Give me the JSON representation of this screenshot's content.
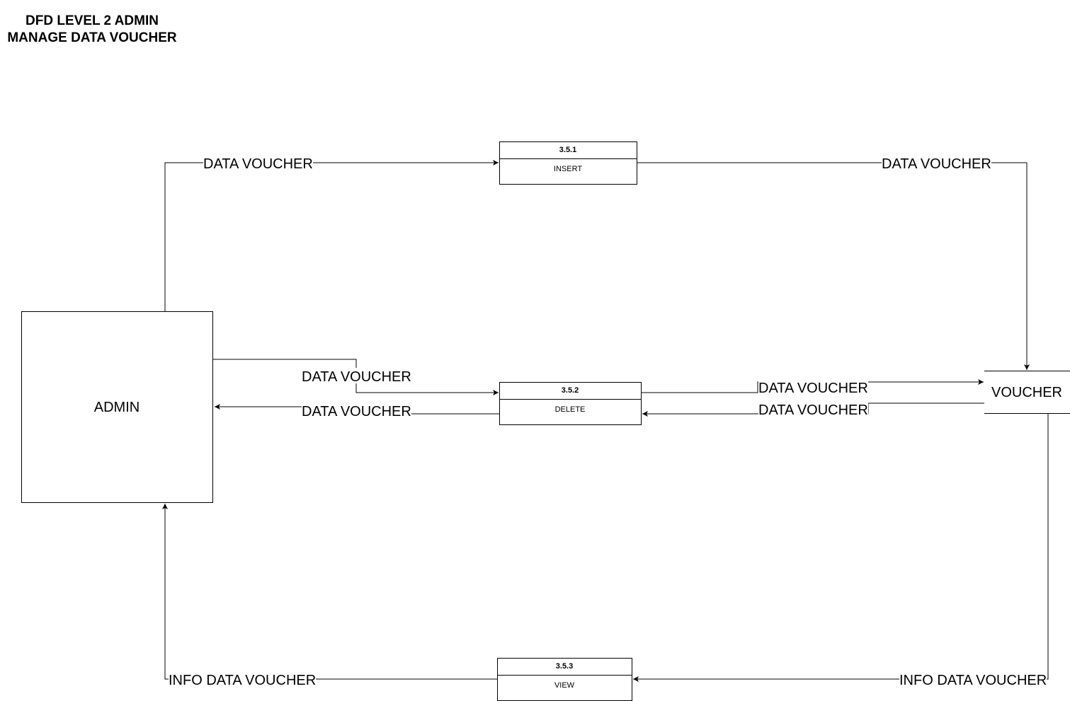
{
  "title": {
    "line1": "DFD LEVEL 2 ADMIN",
    "line2": "MANAGE DATA VOUCHER"
  },
  "entities": {
    "admin": "ADMIN"
  },
  "datastores": {
    "voucher": "VOUCHER"
  },
  "processes": [
    {
      "id": "3.5.1",
      "name": "INSERT"
    },
    {
      "id": "3.5.2",
      "name": "DELETE"
    },
    {
      "id": "3.5.3",
      "name": "VIEW"
    }
  ],
  "flows": [
    {
      "label": "DATA VOUCHER",
      "from": "ADMIN",
      "to": "3.5.1 INSERT"
    },
    {
      "label": "DATA VOUCHER",
      "from": "3.5.1 INSERT",
      "to": "VOUCHER"
    },
    {
      "label": "DATA VOUCHER",
      "from": "ADMIN",
      "to": "3.5.2 DELETE"
    },
    {
      "label": "DATA VOUCHER",
      "from": "3.5.2 DELETE",
      "to": "ADMIN"
    },
    {
      "label": "DATA VOUCHER",
      "from": "3.5.2 DELETE",
      "to": "VOUCHER"
    },
    {
      "label": "DATA VOUCHER",
      "from": "VOUCHER",
      "to": "3.5.2 DELETE"
    },
    {
      "label": "INFO DATA VOUCHER",
      "from": "VOUCHER",
      "to": "3.5.3 VIEW"
    },
    {
      "label": "INFO DATA VOUCHER",
      "from": "3.5.3 VIEW",
      "to": "ADMIN"
    }
  ]
}
